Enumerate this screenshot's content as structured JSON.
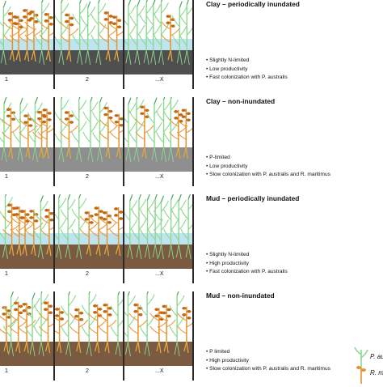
{
  "colors": {
    "reed": "#8cd890",
    "reed_dark": "#4aa85a",
    "maritimus": "#e8922e",
    "maritimus_dark": "#c06a16",
    "water": "#bfe4ee",
    "soil_clay_wet": "#4f4f4f",
    "soil_clay_dry": "#8f8f8f",
    "soil_mud": "#7a5a40",
    "roots": "#e0a840"
  },
  "scenarios": [
    {
      "title": "Clay – periodically inundated",
      "soil": "soil_clay_wet",
      "water": true,
      "panels": [
        {
          "label": "1",
          "reeds": 2,
          "maritimus": 5
        },
        {
          "label": "2",
          "reeds": 4,
          "maritimus": 3
        },
        {
          "label": "...X",
          "reeds": 7,
          "maritimus": 1
        }
      ],
      "bullets": [
        "Slightly N-limited",
        "Low productivity",
        "Fast colonization with P. australis"
      ]
    },
    {
      "title": "Clay – non-inundated",
      "soil": "soil_clay_dry",
      "water": false,
      "panels": [
        {
          "label": "1",
          "reeds": 3,
          "maritimus": 4
        },
        {
          "label": "2",
          "reeds": 4,
          "maritimus": 3
        },
        {
          "label": "...X",
          "reeds": 5,
          "maritimus": 3
        }
      ],
      "bullets": [
        "P-limited",
        "Low productivity",
        "Slow colonization with P. australis and R. maritimus"
      ]
    },
    {
      "title": "Mud – periodically inundated",
      "soil": "soil_mud",
      "water": true,
      "panels": [
        {
          "label": "1",
          "reeds": 2,
          "maritimus": 5
        },
        {
          "label": "2",
          "reeds": 3,
          "maritimus": 4
        },
        {
          "label": "...X",
          "reeds": 8,
          "maritimus": 0
        }
      ],
      "bullets": [
        "Slightly N-limited",
        "High productivity",
        "Fast colonization with P. australis"
      ]
    },
    {
      "title": "Mud – non-inundated",
      "soil": "soil_mud",
      "water": false,
      "panels": [
        {
          "label": "1",
          "reeds": 3,
          "maritimus": 4
        },
        {
          "label": "2",
          "reeds": 3,
          "maritimus": 4
        },
        {
          "label": "...X",
          "reeds": 3,
          "maritimus": 4
        }
      ],
      "bullets": [
        "P limited",
        "High productivity",
        "Slow colonization with P. australis and R. maritimus"
      ]
    }
  ],
  "legend": {
    "reed_label": "P. au",
    "maritimus_label": "R. m"
  }
}
